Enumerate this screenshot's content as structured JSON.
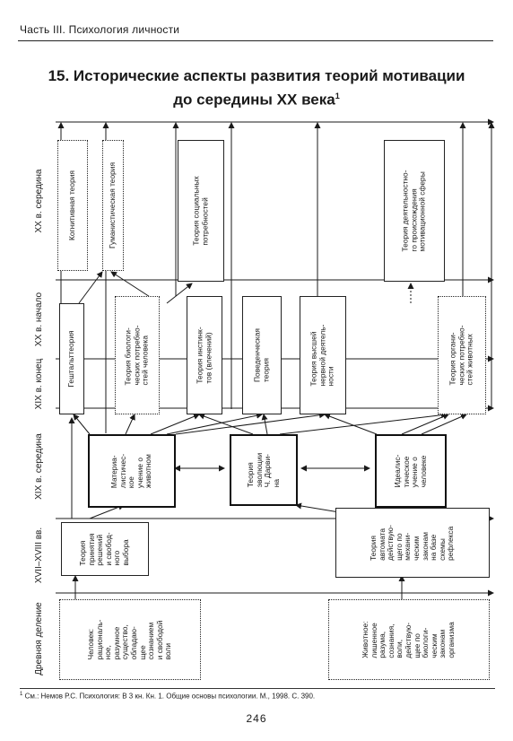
{
  "running_head": "Часть III. Психология личности",
  "title": {
    "line1": "15. Исторические аспекты развития теорий мотивации",
    "line2": "до середины XX века",
    "footnote_mark": "1"
  },
  "eras": {
    "ancient": "Древняя\nделение",
    "c17_18": "XVII–XVIII вв.",
    "c19_mid": "XIX в.\nсередина",
    "c19_end": "XIX в.\nконец",
    "c20_start": "XX в.\nначало",
    "c20_mid": "XX в.\nсередина"
  },
  "boxes": {
    "human_rational": "Человек:\nрациональ-\nное,\nразумное\nсущество,\nобладаю-\nщее\nсознанием\nи свободой\nволи",
    "animal_no_reason": "Животное:\nлишенное\nразума,\nсознания,\nволи,\nдействую-\nщее по\nбиологи-\nческим\nзаконам\nорганизма",
    "rational_choice": "Теория\nпринятия\nрешений\nи свобод-\nного\nвыбора",
    "automaton": "Теория\nавтомата\nдействую-\nщего по\nмехани-\nческим\nзаконам\nна базе\nсхемы\nрефлекса",
    "materialist": "Материа-\nлистичес-\nкое\nучение о\nживотном",
    "darwin": "Теория\nэволюции\nЧ. Дарви-\nна",
    "idealist": "Идеалис-\nтическое\nучение о\nчеловеке",
    "gestalt": "Гештальттеория",
    "bio_needs_human": "Теория биологи-\nческих потребно-\nстей человека",
    "instincts": "Теория инстинк-\nтов (влечений)",
    "behaviorism": "Поведенческая\nтеория",
    "higher_nervous": "Теория высшей\nнервной деятель-\nности",
    "organic_needs_animals": "Теория органи-\nческих потребно-\nстей животных",
    "cognitive": "Когнитивная теория",
    "humanistic": "Гуманистическая теория",
    "social_needs": "Теория социальных\nпотребностей",
    "activity_origin": "Теория деятельностно-\nго происхождения\nмотивационной сферы"
  },
  "footnote": {
    "mark": "1",
    "text": "См.: Немов Р.С. Психология: В 3 кн. Кн. 1. Общие основы психологии. М., 1998. С. 390."
  },
  "page_number": "246"
}
